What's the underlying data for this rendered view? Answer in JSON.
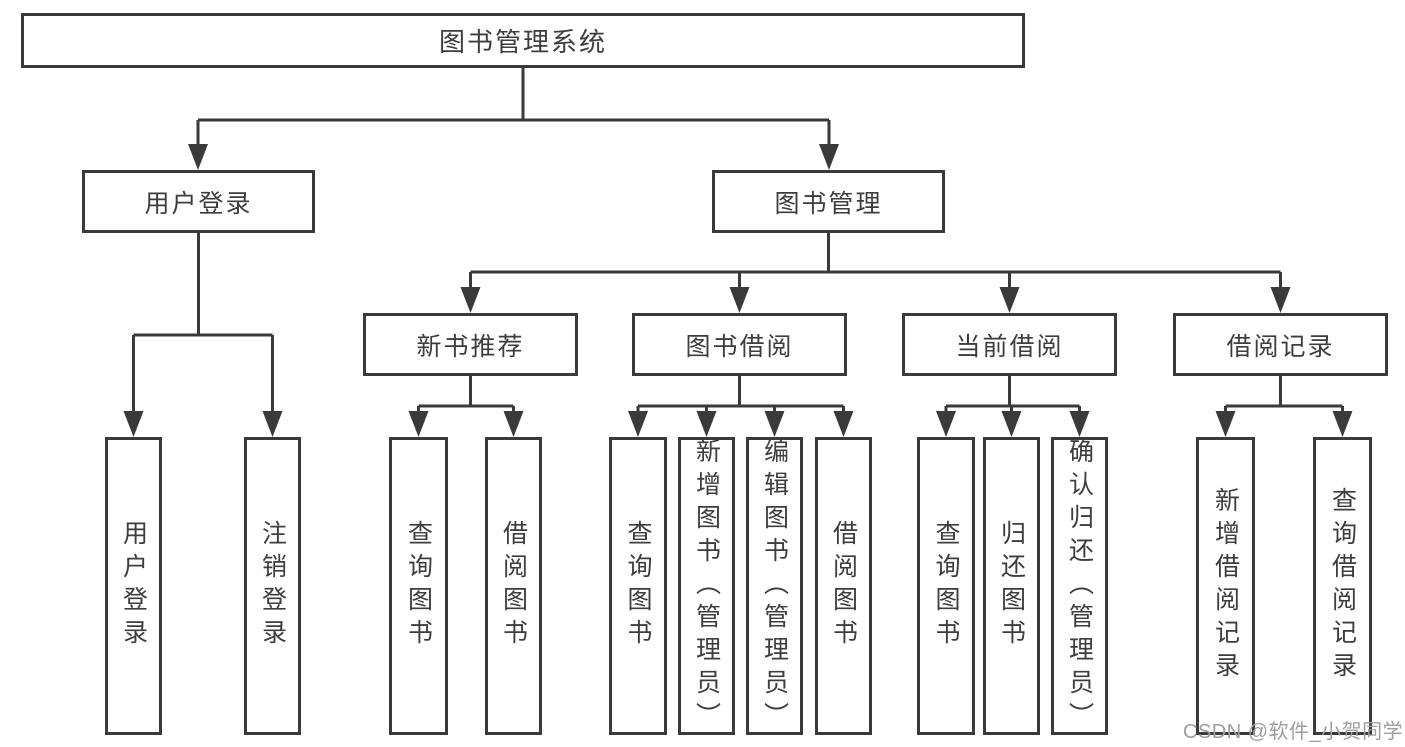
{
  "colors": {
    "line": "#3a3a3a",
    "text": "#3d3d3d",
    "watermark": "#9e9e9e",
    "background": "#ffffff"
  },
  "watermark": "CSDN @软件_小贺同学",
  "tree": {
    "label": "图书管理系统",
    "children": [
      {
        "label": "用户登录",
        "children": [
          {
            "label": "用户登录"
          },
          {
            "label": "注销登录"
          }
        ]
      },
      {
        "label": "图书管理",
        "children": [
          {
            "label": "新书推荐",
            "children": [
              {
                "label": "查询图书"
              },
              {
                "label": "借阅图书"
              }
            ]
          },
          {
            "label": "图书借阅",
            "children": [
              {
                "label": "查询图书"
              },
              {
                "label": "新增图书（管理员）"
              },
              {
                "label": "编辑图书（管理员）"
              },
              {
                "label": "借阅图书"
              }
            ]
          },
          {
            "label": "当前借阅",
            "children": [
              {
                "label": "查询图书"
              },
              {
                "label": "归还图书"
              },
              {
                "label": "确认归还（管理员）"
              }
            ]
          },
          {
            "label": "借阅记录",
            "children": [
              {
                "label": "新增借阅记录"
              },
              {
                "label": "查询借阅记录"
              }
            ]
          }
        ]
      }
    ]
  }
}
